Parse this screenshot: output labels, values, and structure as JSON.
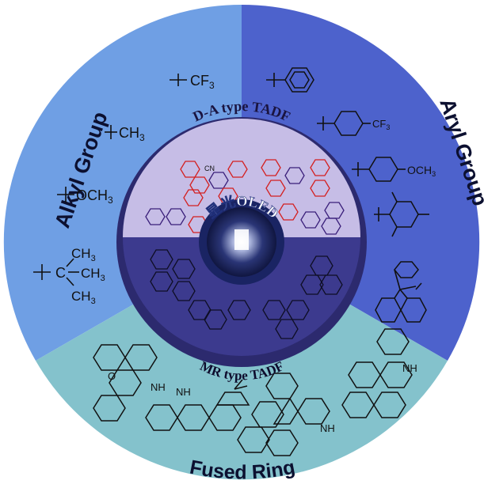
{
  "sectors": {
    "alkyl": {
      "label": "Alkyl Group",
      "color": "#6f9fe4"
    },
    "aryl": {
      "label": "Aryl Group",
      "color": "#4d62cc"
    },
    "fused": {
      "label": "Fused Ring",
      "color": "#84c2cc"
    }
  },
  "inner": {
    "top_label": "D-A type TADF",
    "bottom_label": "MR type TADF",
    "top_color": "#c6bde6",
    "bottom_color": "#3c3a8e",
    "center_label": "星光OLED",
    "center_color": "#1f2f7a"
  },
  "alkyl_groups": {
    "cf3": {
      "text": "CF",
      "sub": "3"
    },
    "ch3": {
      "text": "CH",
      "sub": "3"
    },
    "och3": {
      "text": "OCH",
      "sub": "3"
    },
    "tbu_top": {
      "text": "CH",
      "sub": "3"
    },
    "tbu_mid": {
      "text": "C",
      "right": "CH",
      "sub": "3"
    },
    "tbu_bottom": {
      "text": "CH",
      "sub": "3"
    }
  },
  "aryl_groups": {
    "cf3": {
      "text": "CF",
      "sub": "3"
    },
    "och3": {
      "text": "OCH",
      "sub": "3"
    }
  },
  "fused_rings": {
    "nh_labels": [
      "NH",
      "NH",
      "NH",
      "NH"
    ],
    "o_label": "O"
  },
  "molecule_labels": {
    "cn": "CN"
  }
}
